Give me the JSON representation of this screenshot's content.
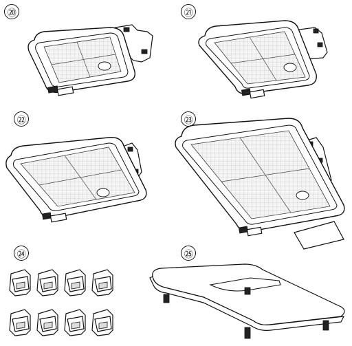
{
  "items": [
    {
      "id": "hoop-20",
      "label": "⑳",
      "kind": "embroidery-hoop-small"
    },
    {
      "id": "hoop-21",
      "label": "㉑",
      "kind": "embroidery-hoop-medium"
    },
    {
      "id": "hoop-22",
      "label": "㉒",
      "kind": "embroidery-hoop-square"
    },
    {
      "id": "hoop-23",
      "label": "㉓",
      "kind": "embroidery-hoop-large"
    },
    {
      "id": "clips-24",
      "label": "㉔",
      "kind": "magnetic-clips",
      "count": 8
    },
    {
      "id": "table-25",
      "label": "㉕",
      "kind": "extension-table"
    }
  ],
  "colors": {
    "line": "#111111",
    "sheet": "#f4f4f4",
    "grid": "#999999"
  }
}
